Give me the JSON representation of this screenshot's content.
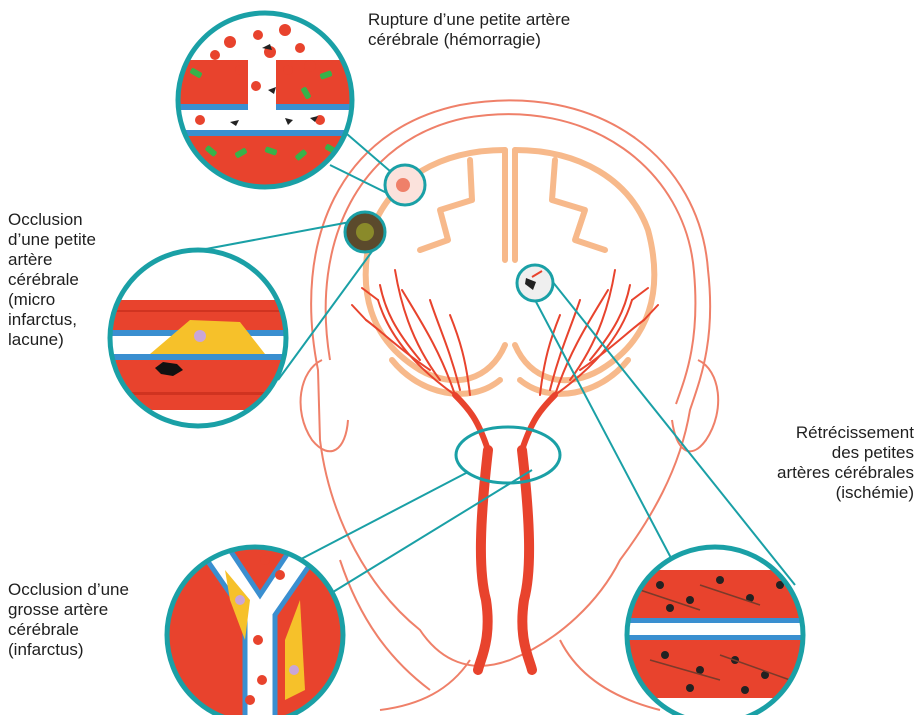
{
  "colors": {
    "teal": "#1aa0a6",
    "artery_red": "#e8432d",
    "outline_red": "#ef8069",
    "brain_orange": "#f7b98b",
    "plaque_yellow": "#f6c12a",
    "vessel_blue": "#3a8fd0",
    "platelet_green": "#37b24a"
  },
  "labels": {
    "hemorrhage": [
      "Rupture d’une petite artère",
      "cérébrale (hémorragie)"
    ],
    "lacune": [
      "Occlusion",
      "d’une petite",
      "artère",
      "cérébrale",
      "(micro",
      "infarctus,",
      "lacune)"
    ],
    "ischemia": [
      "Rétrécissement",
      "des petites",
      "artères cérébrales",
      "(ischémie)"
    ],
    "infarct": [
      "Occlusion d’une",
      "grosse artère",
      "cérébrale",
      "(infarctus)"
    ]
  },
  "icons": {
    "hemorrhage": "ruptured-artery-icon",
    "lacune": "occluded-small-artery-icon",
    "infarct": "occluded-large-artery-icon",
    "ischemia": "narrowed-arteries-icon"
  }
}
